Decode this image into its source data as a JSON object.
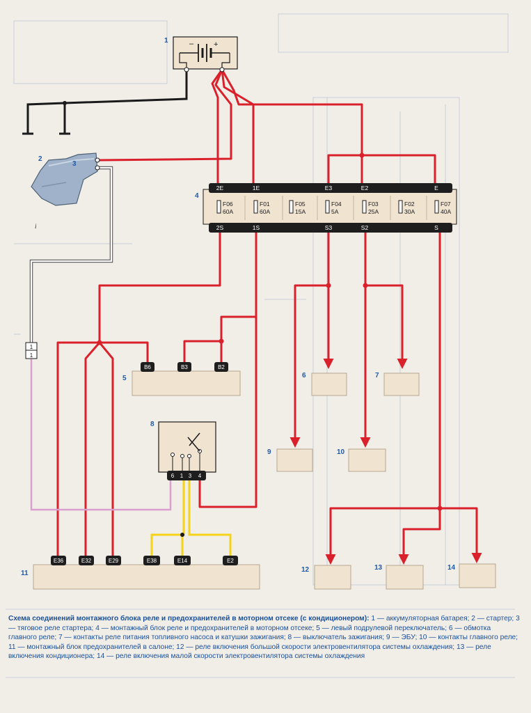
{
  "colors": {
    "background": "#f1eee8",
    "box": "#f0e3d0",
    "wire_red": "#d9202b",
    "wire_black": "#1a1a1a",
    "wire_yellow": "#f4d31a",
    "wire_pink": "#d9a0cf",
    "caption": "#1a4f9a",
    "number_label": "#1e5aa8",
    "connector": "#1a1a1a"
  },
  "numbers": {
    "n1": "1",
    "n2": "2",
    "n3": "3",
    "n4": "4",
    "n5": "5",
    "n6": "6",
    "n7": "7",
    "n8": "8",
    "n9": "9",
    "n10": "10",
    "n11": "11",
    "n12": "12",
    "n13": "13",
    "n14": "14"
  },
  "battery": {
    "minus": "–",
    "plus": "+"
  },
  "fuse_block": {
    "top_pins": {
      "t2e": "2E",
      "t1e": "1E",
      "te3": "E3",
      "te2": "E2",
      "te": "E"
    },
    "bottom_pins": {
      "b2s": "2S",
      "b1s": "1S",
      "bs3": "S3",
      "bs2": "S2",
      "bs": "S"
    },
    "fuses": [
      {
        "name": "F06",
        "rating": "60A"
      },
      {
        "name": "F01",
        "rating": "60A"
      },
      {
        "name": "F05",
        "rating": "15A"
      },
      {
        "name": "F04",
        "rating": "5A"
      },
      {
        "name": "F03",
        "rating": "25A"
      },
      {
        "name": "F02",
        "rating": "30A"
      },
      {
        "name": "F07",
        "rating": "40A"
      }
    ]
  },
  "block5_pins": {
    "b6": "B6",
    "b3": "B3",
    "b2": "B2"
  },
  "connector_side": {
    "top": "1",
    "bottom": "1"
  },
  "switch8_pins": {
    "p6": "6",
    "p1": "1",
    "p3": "3",
    "p4": "4"
  },
  "block11_pins": {
    "e36": "E36",
    "e32": "E32",
    "e29": "E29",
    "e38": "E38",
    "e14": "E14",
    "e2": "E2"
  },
  "stray_mark": "i",
  "caption": {
    "title": "Схема соединений монтажного блока реле и предохранителей в моторном отсеке (с кондиционером):",
    "body": "1 — аккумуляторная батарея; 2 — стартер; 3 — тяговое реле стартера; 4 — монтажный блок реле и предохранителей в моторном отсеке; 5 — левый подрулевой переключатель; 6 — обмотка главного реле; 7 — контакты реле питания топливного насоса и катушки зажигания; 8 — выключатель зажигания; 9 — ЭБУ; 10 — контакты главного реле; 11 — монтажный блок предохранителей в салоне; 12 — реле включения большой скорости электровентилятора системы охлаждения; 13 — реле включения кондиционера; 14 — реле включения малой скорости электровентилятора системы охлаждения"
  }
}
